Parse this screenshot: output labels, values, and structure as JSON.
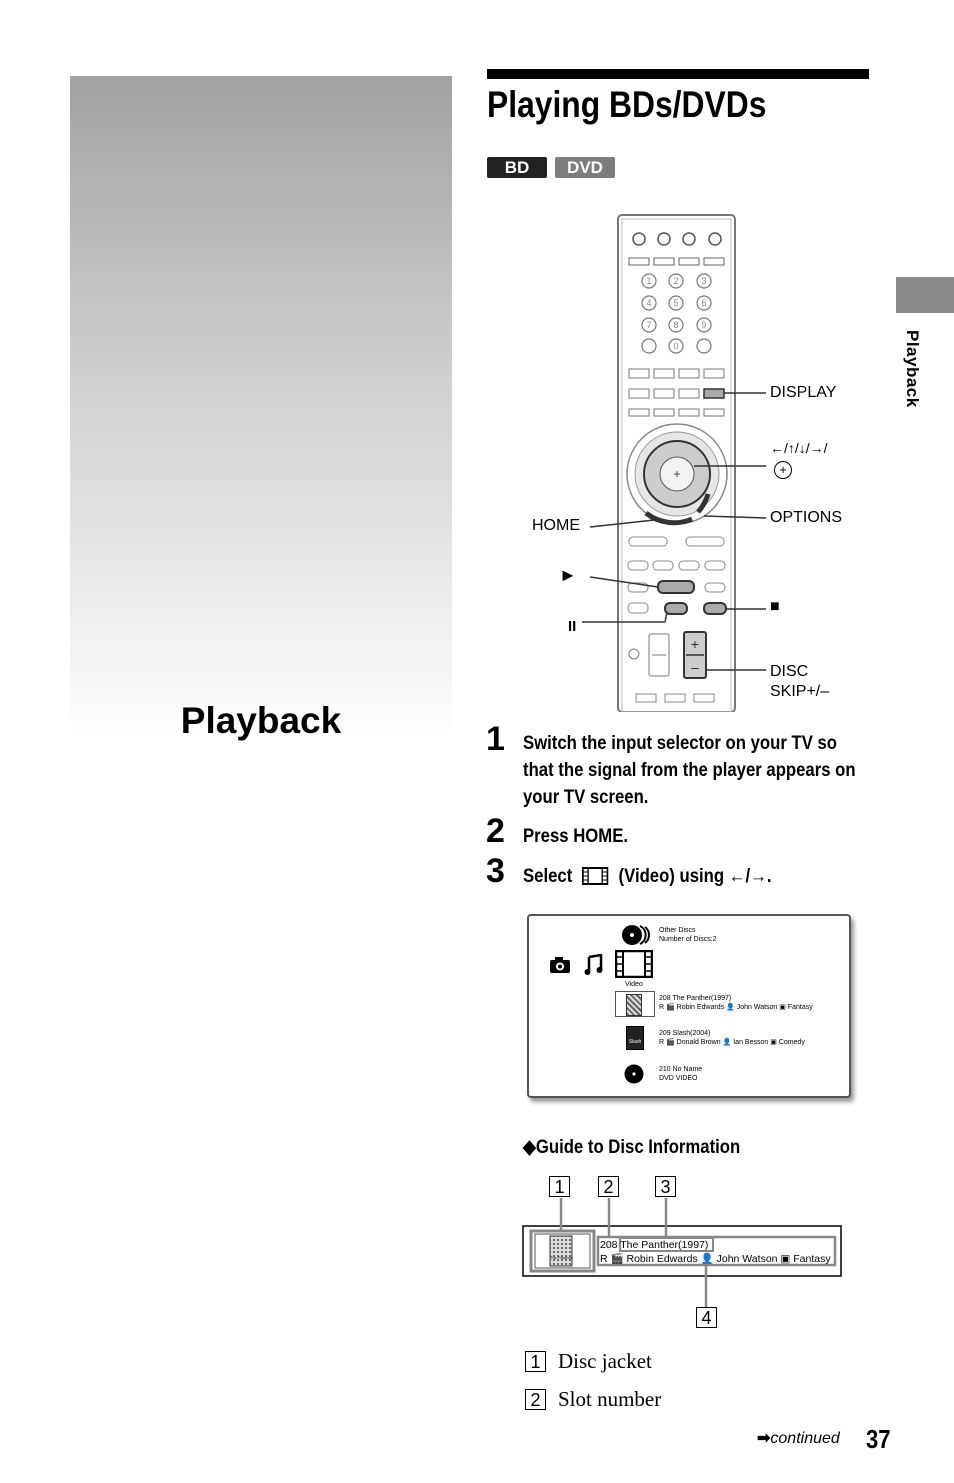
{
  "section": {
    "title": "Playback",
    "side_tab_label": "Playback"
  },
  "heading": {
    "title": "Playing BDs/DVDs",
    "badges": [
      "BD",
      "DVD"
    ]
  },
  "remote_callouts": {
    "display": "DISPLAY",
    "arrows": "←/↑/↓/→/",
    "options": "OPTIONS",
    "home": "HOME",
    "play": "►",
    "stop": "■",
    "pause": "II",
    "disc_skip_line1": "DISC",
    "disc_skip_line2": "SKIP+/–"
  },
  "steps": [
    {
      "number": "1",
      "text": "Switch the input selector on your TV so that the signal from the player appears on your TV screen."
    },
    {
      "number": "2",
      "text": "Press HOME."
    },
    {
      "number": "3",
      "text_before": "Select",
      "text_after": "(Video) using ←/→."
    }
  ],
  "screen": {
    "category_label": "Video",
    "items": [
      {
        "line1": "Other Discs",
        "line2": "Number of Discs:2"
      },
      {
        "line1": "208 The Panther(1997)",
        "line2": "R 🎬 Robin Edwards 👤 John Watson ▣ Fantasy"
      },
      {
        "line1": "209 Slash(2004)",
        "line2": "R 🎬 Donald Brown 👤 Ian Besson ▣ Comedy"
      },
      {
        "line1": "210 No Name",
        "line2": "DVD VIDEO"
      }
    ],
    "jacket_label": "Slash"
  },
  "guide": {
    "title": "◆Guide to Disc Information",
    "markers": [
      "1",
      "2",
      "3",
      "4"
    ],
    "line1": "208 The Panther(1997)",
    "line2": "R 🎬 Robin Edwards 👤 John Watson ▣ Fantasy",
    "jacket_label": "The Panther"
  },
  "legend": [
    {
      "number": "1",
      "label": "Disc jacket"
    },
    {
      "number": "2",
      "label": "Slot number"
    }
  ],
  "footer": {
    "continued": "continued",
    "page_number": "37"
  }
}
